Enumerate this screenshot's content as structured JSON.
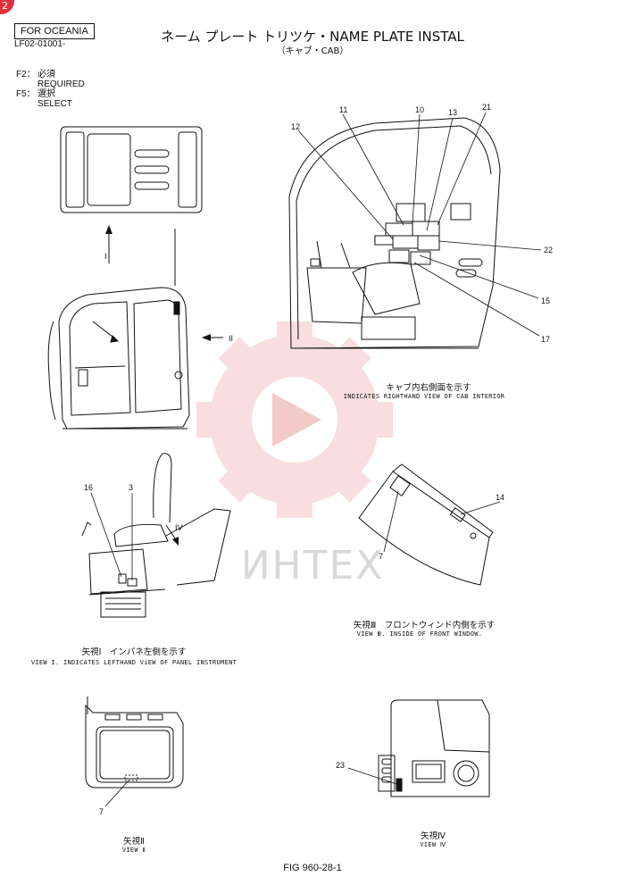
{
  "page_badge": "2",
  "header": {
    "region": "FOR OCEANIA",
    "doc_code": "LF02-01001-",
    "title": "ネーム プレート トリツケ・NAME PLATE INSTAL",
    "subtitle": "（キャブ・CAB）"
  },
  "legend": [
    {
      "code": "F2：",
      "jp": "必須",
      "en": "REQUIRED"
    },
    {
      "code": "F5：",
      "jp": "選択",
      "en": "SELECT"
    }
  ],
  "view_labels": {
    "arrow_i": "I",
    "arrow_ii": "II",
    "arrow_iv": "IV"
  },
  "callouts": {
    "cab": [
      "11",
      "10",
      "13",
      "21",
      "12",
      "22",
      "15",
      "17"
    ],
    "view_i": [
      "16",
      "3"
    ],
    "view_iii": [
      "14",
      "7"
    ],
    "view_ii": [
      "7"
    ],
    "view_iv": [
      "23"
    ]
  },
  "captions": {
    "cab_jp": "キャブ内右側面を示す",
    "cab_en": "INDICATES RIGHTHAND VIEW OF CAB INTERIOR",
    "view_i_jp": "矢視Ⅰ　インパネ左側を示す",
    "view_i_en": "VIEW I. INDICATES LEFTHAND ViEW OF PANEL INSTRUMENT",
    "view_iii_jp": "矢視Ⅲ　フロントウィンド内側を示す",
    "view_iii_en": "VIEW Ⅲ.  INSIDE OF FRONT WINDOW.",
    "view_ii_jp": "矢視Ⅱ",
    "view_ii_en": "VIEW Ⅱ",
    "view_iv_jp": "矢視Ⅳ",
    "view_iv_en": "VIEW Ⅳ"
  },
  "watermark": "ИНТЕХ",
  "figure": "FIG 960-28-1",
  "colors": {
    "watermark": "#f0b8b8",
    "badge": "#e0303a",
    "ink": "#111111"
  }
}
